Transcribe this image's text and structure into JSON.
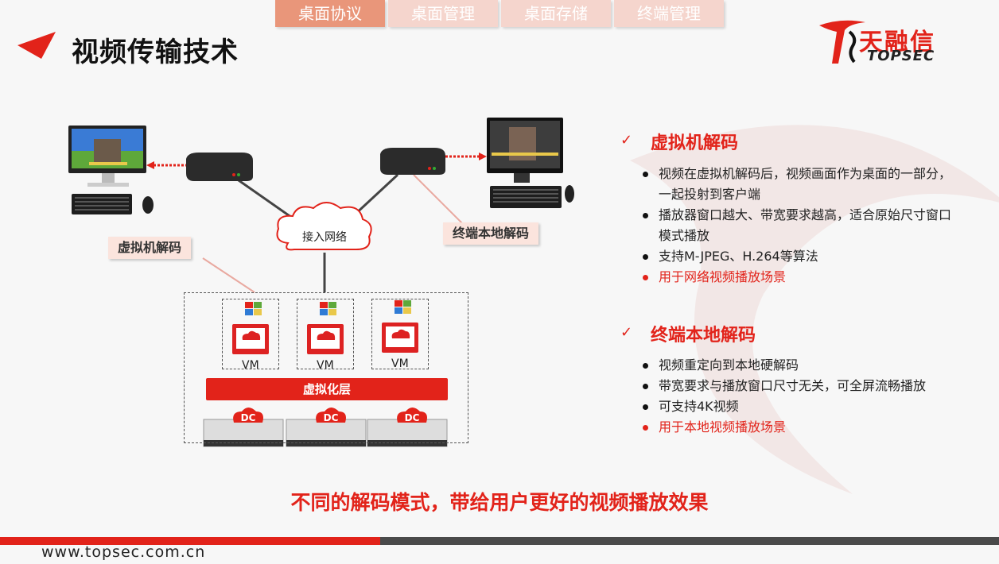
{
  "tabs": [
    {
      "label": "桌面协议",
      "active": true
    },
    {
      "label": "桌面管理",
      "active": false
    },
    {
      "label": "桌面存储",
      "active": false
    },
    {
      "label": "终端管理",
      "active": false
    }
  ],
  "header": {
    "title": "视频传输技术",
    "logo_cn": "天融信",
    "logo_en": "TOPSEC"
  },
  "diagram": {
    "tag_vm_decode": "虚拟机解码",
    "tag_local_decode": "终端本地解码",
    "cloud_label": "接入网络",
    "vm_labels": [
      "VM",
      "VM",
      "VM"
    ],
    "windows_label": "Windows",
    "virt_layer": "虚拟化层",
    "dc_label": "DC"
  },
  "sections": [
    {
      "heading": "虚拟机解码",
      "bullets": [
        {
          "text": "视频在虚拟机解码后，视频画面作为桌面的一部分，",
          "red": false,
          "nodot": false
        },
        {
          "text": "一起投射到客户端",
          "red": false,
          "nodot": true
        },
        {
          "text": "播放器窗口越大、带宽要求越高，适合原始尺寸窗口",
          "red": false,
          "nodot": false
        },
        {
          "text": "模式播放",
          "red": false,
          "nodot": true
        },
        {
          "text": "支持M-JPEG、H.264等算法",
          "red": false,
          "nodot": false
        },
        {
          "text": "用于网络视频播放场景",
          "red": true,
          "nodot": false
        }
      ]
    },
    {
      "heading": "终端本地解码",
      "bullets": [
        {
          "text": "视频重定向到本地硬解码",
          "red": false,
          "nodot": false
        },
        {
          "text": "带宽要求与播放窗口尺寸无关，可全屏流畅播放",
          "red": false,
          "nodot": false
        },
        {
          "text": "可支持4K视频",
          "red": false,
          "nodot": false
        },
        {
          "text": "用于本地视频播放场景",
          "red": true,
          "nodot": false
        }
      ]
    }
  ],
  "summary": "不同的解码模式，带给用户更好的视频播放效果",
  "footer": {
    "url": "www.topsec.com.cn"
  },
  "colors": {
    "accent": "#e2231a",
    "tab_active": "#e9967a",
    "tab_inactive": "#f5d5cd"
  }
}
